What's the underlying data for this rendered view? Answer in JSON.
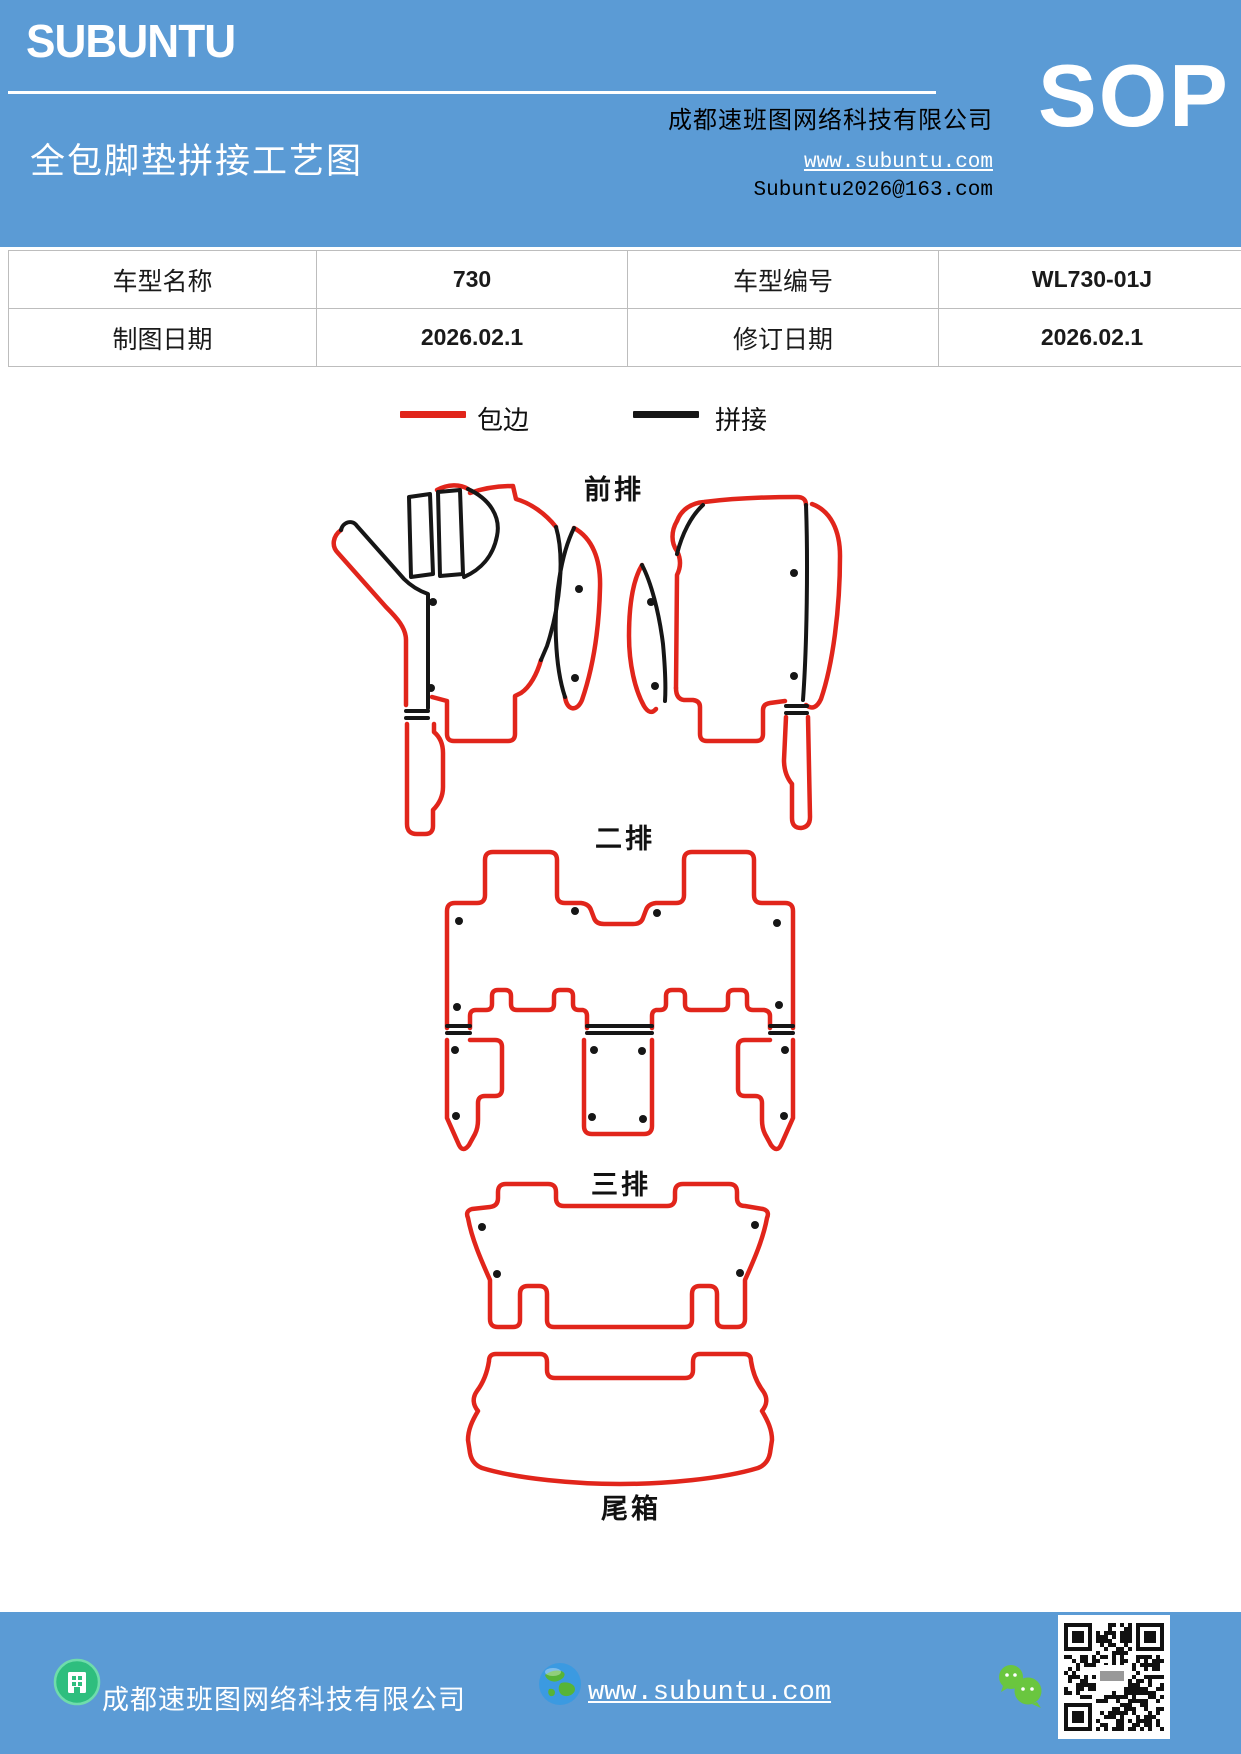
{
  "header": {
    "logo": "SUBUNTU",
    "title": "全包脚垫拼接工艺图",
    "company": "成都速班图网络科技有限公司",
    "website": "www.subuntu.com",
    "email": "Subuntu2026@163.com",
    "sop": "SOP"
  },
  "info_table": {
    "rows": [
      [
        "车型名称",
        "730",
        "车型编号",
        "WL730-01J"
      ],
      [
        "制图日期",
        "2026.02.1",
        "修订日期",
        "2026.02.1"
      ]
    ]
  },
  "legend": {
    "binding_label": "包边",
    "splice_label": "拼接",
    "binding_color": "#e1251b",
    "splice_color": "#161616"
  },
  "diagram": {
    "labels": {
      "front": "前排",
      "second": "二排",
      "third": "三排",
      "trunk": "尾箱"
    }
  },
  "footer": {
    "company": "成都速班图网络科技有限公司",
    "website": "www.subuntu.com",
    "icons": [
      "building-icon",
      "globe-icon",
      "wechat-icon",
      "qr-code"
    ]
  },
  "colors": {
    "header_blue": "#5b9bd5",
    "binding_red": "#e1251b",
    "splice_black": "#161616",
    "table_border": "#bdbdbd",
    "wechat_green": "#6ac63f",
    "footer_badge_green": "#2ebe7e"
  }
}
